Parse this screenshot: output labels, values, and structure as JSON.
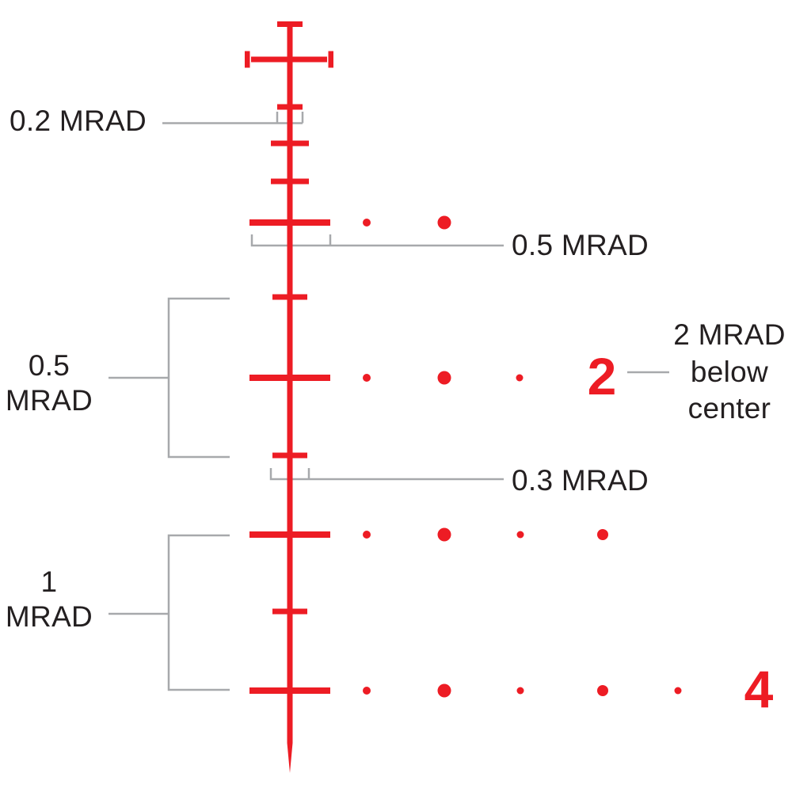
{
  "colors": {
    "reticle_red": "#ed1c24",
    "annotation_gray": "#a7a9ac",
    "label_text": "#231f20",
    "background": "#ffffff"
  },
  "labels": {
    "mrad_0_2": "0.2 MRAD",
    "mrad_0_5_hash": "0.5 MRAD",
    "mrad_0_5_left_line1": "0.5",
    "mrad_0_5_left_line2": "MRAD",
    "mrad_0_3": "0.3 MRAD",
    "mrad_1_left_line1": "1",
    "mrad_1_left_line2": "MRAD",
    "below_center_line1": "2 MRAD",
    "below_center_line2": "below",
    "below_center_line3": "center"
  },
  "holdovers": {
    "two": "2",
    "four": "4"
  },
  "reticle": {
    "description": "MRAD reticle holdover diagram with vertical stadia line, hash marks and dot rows",
    "dot_rows": [
      {
        "dot_count": 2,
        "holdover": ""
      },
      {
        "dot_count": 3,
        "holdover": "2"
      },
      {
        "dot_count": 4,
        "holdover": ""
      },
      {
        "dot_count": 5,
        "holdover": "4"
      }
    ]
  }
}
